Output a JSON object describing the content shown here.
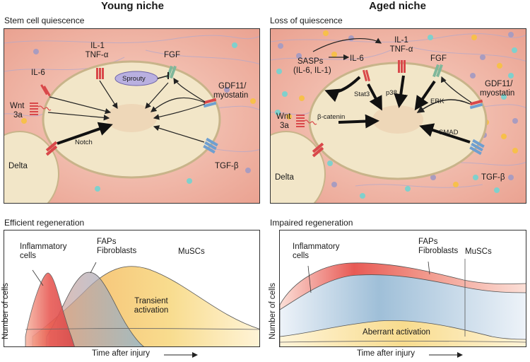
{
  "headings": {
    "left": "Young niche",
    "right": "Aged niche"
  },
  "young": {
    "subtitle": "Stem cell quiescence",
    "il1": "IL-1",
    "tnf": "TNF-α",
    "il6": "IL-6",
    "wnt": "Wnt",
    "wnt3a": "3a",
    "fgf": "FGF",
    "sprouty": "Sprouty",
    "gdf11": "GDF11/",
    "myostatin": "myostatin",
    "notch": "Notch",
    "delta": "Delta",
    "tgfb": "TGF-β"
  },
  "aged": {
    "subtitle": "Loss of quiescence",
    "il1": "IL-1",
    "tnf": "TNF-α",
    "sasps": "SASPs",
    "sasps2": "(IL-6, IL-1)",
    "il6": "IL-6",
    "fgf": "FGF",
    "gdf11": "GDF11/",
    "myostatin": "myostatin",
    "stat3": "Stat3",
    "p38": "p38",
    "erk": "ERK",
    "wnt": "Wnt",
    "wnt3a": "3a",
    "bcatenin": "β-catenin",
    "smad": "SMAD",
    "delta": "Delta",
    "tgfb": "TGF-β"
  },
  "efficient": {
    "subtitle": "Efficient regeneration",
    "ylabel": "Number of cells",
    "xlabel": "Time after injury",
    "inflam1": "Inflammatory",
    "inflam2": "cells",
    "faps": "FAPs",
    "fibro": "Fibroblasts",
    "muscs": "MuSCs",
    "transient1": "Transient",
    "transient2": "activation"
  },
  "impaired": {
    "subtitle": "Impaired regeneration",
    "ylabel": "Number of cells",
    "xlabel": "Time after injury",
    "inflam1": "Inflammatory",
    "inflam2": "cells",
    "faps": "FAPs",
    "fibro": "Fibroblasts",
    "muscs": "MuSCs",
    "aberrant": "Aberrant activation"
  },
  "colors": {
    "niche_bg": "#f2b9a9",
    "cell_fill": "#f2e6c8",
    "nucleus": "#eed7b8",
    "receptor_red": "#d9484a",
    "receptor_green": "#7fb79a",
    "receptor_blue": "#6f9fd0",
    "inflammatory": "#e8605a",
    "faps": "#9fbfd8",
    "muscs": "#f7dc8a"
  }
}
